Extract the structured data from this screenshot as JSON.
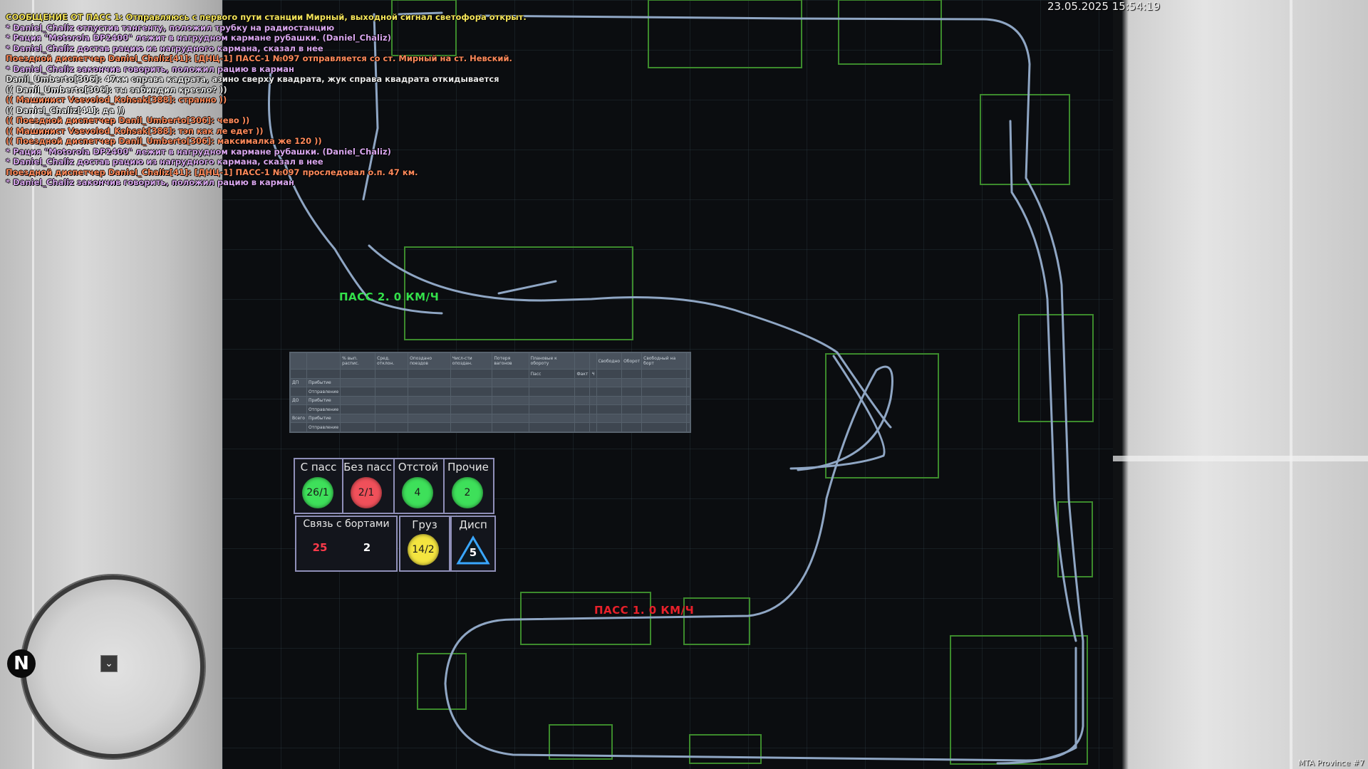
{
  "hud": {
    "clock": "23.05.2025 15:54:19",
    "server": "MTA Province #7"
  },
  "chat": [
    {
      "text": "СООБЩЕНИЕ ОТ ПАСС 1: Отправляюсь с первого пути станции Мирный, выходной сигнал светофора открыт.",
      "color": "yellow"
    },
    {
      "text": "* Daniel_Chaliz отпустив тангенту, положил трубку на радиостанцию",
      "color": "purple"
    },
    {
      "text": "* Рация \"Motorola DP2400\" лежит в нагрудном кармане рубашки. (Daniel_Chaliz)",
      "color": "purple"
    },
    {
      "text": "* Daniel_Chaliz достав рацию из нагрудного кармана, сказал в нее",
      "color": "purple"
    },
    {
      "text": "Поездной диспетчер Daniel_Chaliz[41]: [ДНЦ-1] ПАСС-1 №097 отправляется со ст. Мирный на ст. Невский.",
      "color": "orange"
    },
    {
      "text": "* Daniel_Chaliz закончив говорить, положил рацию в карман",
      "color": "purple"
    },
    {
      "text": "Danil_Umberto[306]: 47км справа кадрата, азино сверху квадрата, жук справа квадрата откидывается",
      "color": "white"
    },
    {
      "text": "(( Danil_Umberto[306]: ты забиндил кресло? ))",
      "color": "white"
    },
    {
      "text": "(( Машинист Vsevolod_Kohsak[388]: странно ))",
      "color": "orange"
    },
    {
      "text": "(( Daniel_Chaliz[41]: да ))",
      "color": "white"
    },
    {
      "text": "(( Поездной диспетчер Danil_Umberto[306]: чево ))",
      "color": "orange"
    },
    {
      "text": "(( Машинист Vsevolod_Kohsak[388]: тэп как ле едет ))",
      "color": "orange"
    },
    {
      "text": "(( Поездной диспетчер Danil_Umberto[306]: максималка же 120 ))",
      "color": "orange"
    },
    {
      "text": "* Рация \"Motorola DP2400\" лежит в нагрудном кармане рубашки. (Daniel_Chaliz)",
      "color": "purple"
    },
    {
      "text": "* Daniel_Chaliz достав рацию из нагрудного кармана, сказал в нее",
      "color": "purple"
    },
    {
      "text": "Поездной диспетчер Daniel_Chaliz[41]: [ДНЦ-1] ПАСС-1 №097 проследовал о.п. 47 км.",
      "color": "orange"
    },
    {
      "text": "* Daniel_Chaliz закончив говорить, положил рацию в карман",
      "color": "purple"
    }
  ],
  "trains": [
    {
      "label": "ПАСС 2. 0 КМ/Ч",
      "color": "#33e04a"
    },
    {
      "label": "ПАСС 1. 0 КМ/Ч",
      "color": "#e8202a"
    }
  ],
  "table": {
    "headers": [
      "",
      "",
      "% вып. распис.",
      "Сред. отклон.",
      "Опоздано поездов",
      "Числ-сти опоздан.",
      "Потеря вагонов",
      "Плановые к обороту",
      "",
      "",
      "Свободно",
      "Оборот",
      "Свободный на борт",
      ""
    ],
    "subheaders": [
      "Пасс",
      "Факт",
      "Ч"
    ],
    "rows": [
      {
        "group": "ДП",
        "kind": "Прибытие"
      },
      {
        "group": "",
        "kind": "Отправление"
      },
      {
        "group": "ДО",
        "kind": "Прибытие"
      },
      {
        "group": "",
        "kind": "Отправление"
      },
      {
        "group": "Всего",
        "kind": "Прибытие"
      },
      {
        "group": "",
        "kind": "Отправление"
      }
    ]
  },
  "counters": {
    "top": [
      {
        "label": "С пасс",
        "value": "26/1",
        "color": "#3ee05a"
      },
      {
        "label": "Без пасс",
        "value": "2/1",
        "color": "#f0505a"
      },
      {
        "label": "Отстой",
        "value": "4",
        "color": "#3ee05a"
      },
      {
        "label": "Прочие",
        "value": "2",
        "color": "#3ee05a"
      }
    ],
    "comms": {
      "label": "Связь с бортами",
      "red_value": "25",
      "white_value": "2"
    },
    "cargo": {
      "label": "Груз",
      "value": "14/2",
      "color": "#f4e540"
    },
    "disp": {
      "label": "Дисп",
      "value": "5"
    }
  },
  "minimap": {
    "north_label": "N",
    "marker_icon": "player-marker-icon"
  }
}
